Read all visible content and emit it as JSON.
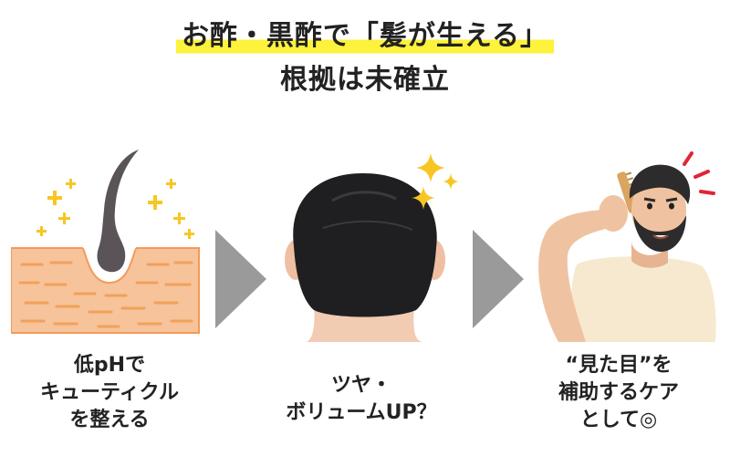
{
  "title": {
    "line1": "お酢・黒酢で「髪が生える」",
    "line2": "根拠は未確立"
  },
  "steps": [
    {
      "caption_lines": [
        "低pHで",
        "キューティクル",
        "を整える"
      ]
    },
    {
      "caption_lines": [
        "ツヤ・",
        "ボリュームUP？"
      ]
    },
    {
      "caption_lines": [
        "“見た目”を",
        "補助するケア",
        "として◎"
      ]
    }
  ],
  "colors": {
    "highlight": "#fdf23c",
    "arrow": "#9a9a9a",
    "skin": "#f6c39a",
    "sparkle": "#f7c623",
    "alert": "#e0253a"
  },
  "icons": [
    "hair-follicle-illustration",
    "back-of-head-illustration",
    "man-combing-hair-illustration",
    "sparkle-icon",
    "alert-lines-icon",
    "arrow-right-icon"
  ]
}
